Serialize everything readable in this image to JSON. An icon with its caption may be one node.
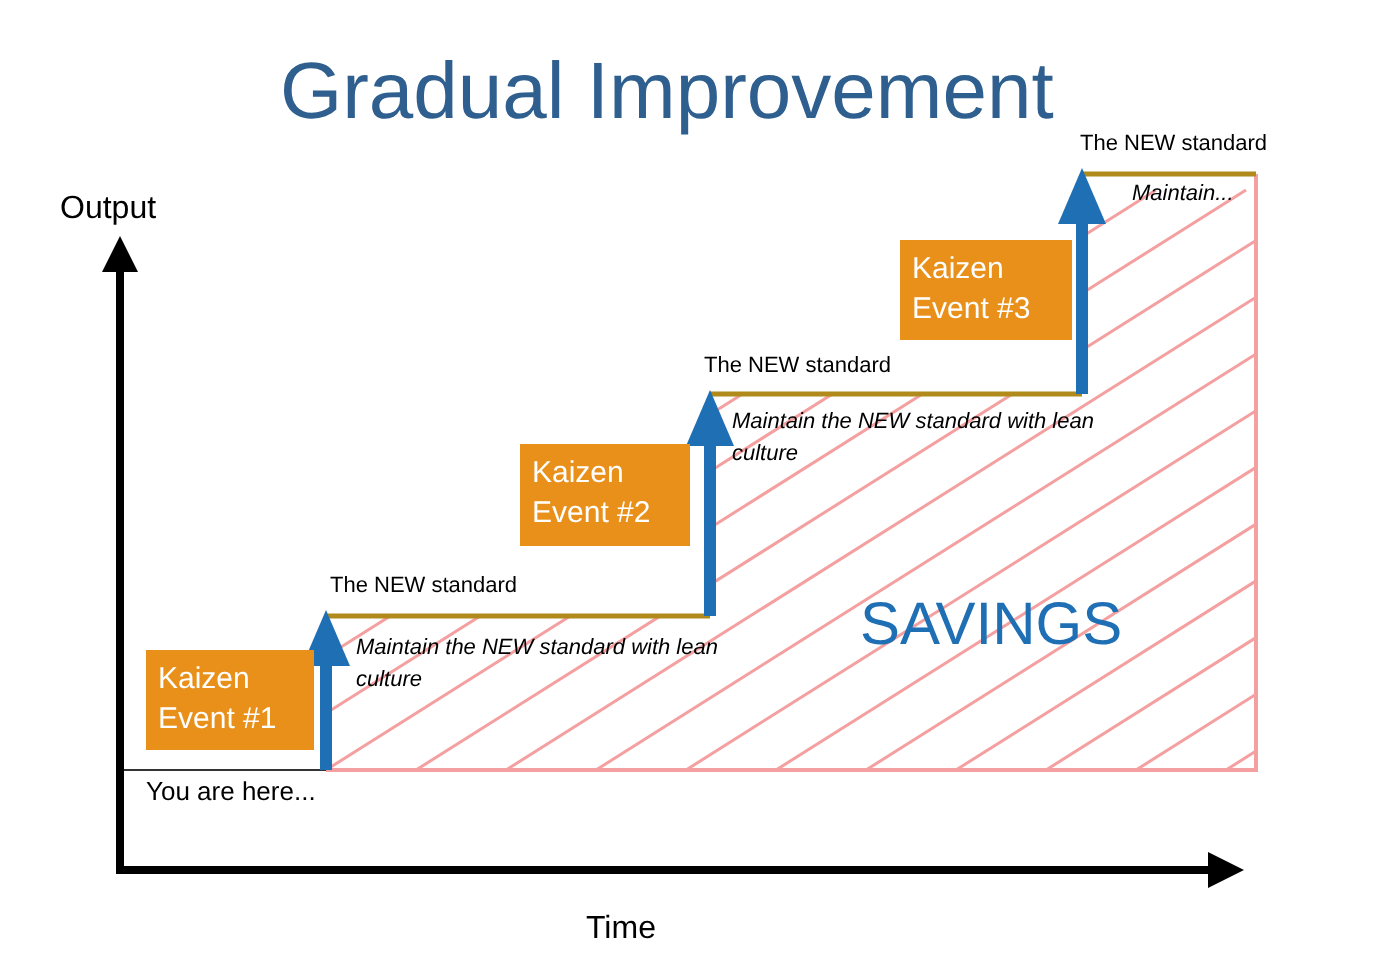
{
  "diagram": {
    "title": "Gradual Improvement",
    "nodes": [
      {
        "text": [
          "Kaizen Event #1"
        ]
      },
      {
        "text": [
          "Kaizen Event #2"
        ]
      },
      {
        "text": [
          "Kaizen Event #3"
        ]
      }
    ],
    "labels": [
      "The NEW standard",
      "Maintain...",
      "Output",
      "The NEW standard",
      "Maintain the NEW standard with lean culture",
      "The NEW standard",
      "SAVINGS",
      "Maintain the NEW standard with lean culture",
      "You are here...",
      "Time"
    ]
  }
}
